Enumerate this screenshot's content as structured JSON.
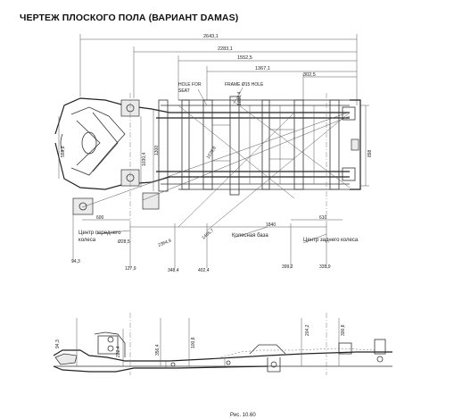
{
  "title": "ЧЕРТЕЖ ПЛОСКОГО ПОЛА (ВАРИАНТ DAMAS)",
  "dims_top": {
    "d1": "2643,1",
    "d2": "2283,1",
    "d3": "1552,5",
    "d4": "1367,1",
    "d5": "302,5"
  },
  "hole_labels": {
    "hole_for": "HOLE FOR",
    "seat": "SEAT",
    "frame_hole": "FRAME Ø15 HOLE"
  },
  "dims_vertical": {
    "v1": "559,8",
    "v2": "1030,4",
    "v3": "1300",
    "v4": "1078,8",
    "v5": "1038,4",
    "v6": "898"
  },
  "dims_lower": {
    "d_600": "600",
    "d_1840": "1840",
    "d_610": "610",
    "d_2364": "2364,9",
    "d_1465": "1465,7",
    "d_228": "Ø28,5",
    "d_943": "94,3",
    "d_1279": "127,9",
    "d_3484": "348,4",
    "d_4024": "402,4",
    "d_3992": "399,2",
    "d_3359": "335,9"
  },
  "labels": {
    "front_wheel_center": "Центр переднего колеса",
    "wheelbase": "Колесная база",
    "rear_wheel_center": "Центр заднего колеса"
  },
  "side_dims": {
    "s1": "94,3",
    "s2": "222,4",
    "s3": "356,4",
    "s4": "100,8",
    "s5": "204,2",
    "s6": "300,8"
  },
  "footer": "Рис. 10.60"
}
